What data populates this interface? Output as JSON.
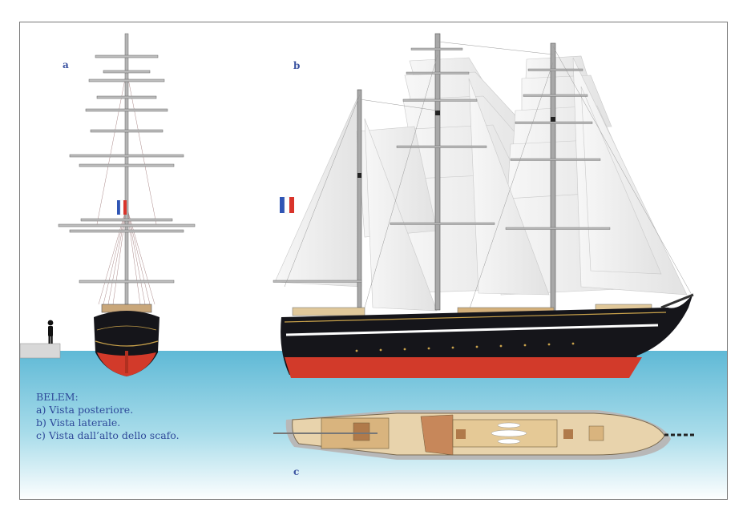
{
  "labels": {
    "a": "a",
    "b": "b",
    "c": "c"
  },
  "caption": {
    "title": "BELEM:",
    "lines": [
      "a) Vista posteriore.",
      "b) Vista laterale.",
      "c) Vista dall’alto dello scafo."
    ]
  },
  "colors": {
    "sea": "#6fc3dc",
    "hull_black": "#16161a",
    "hull_red": "#d23a2a",
    "sail": "#f1f1f1",
    "deck": "#d9b47e",
    "caption": "#2f4a9a"
  }
}
